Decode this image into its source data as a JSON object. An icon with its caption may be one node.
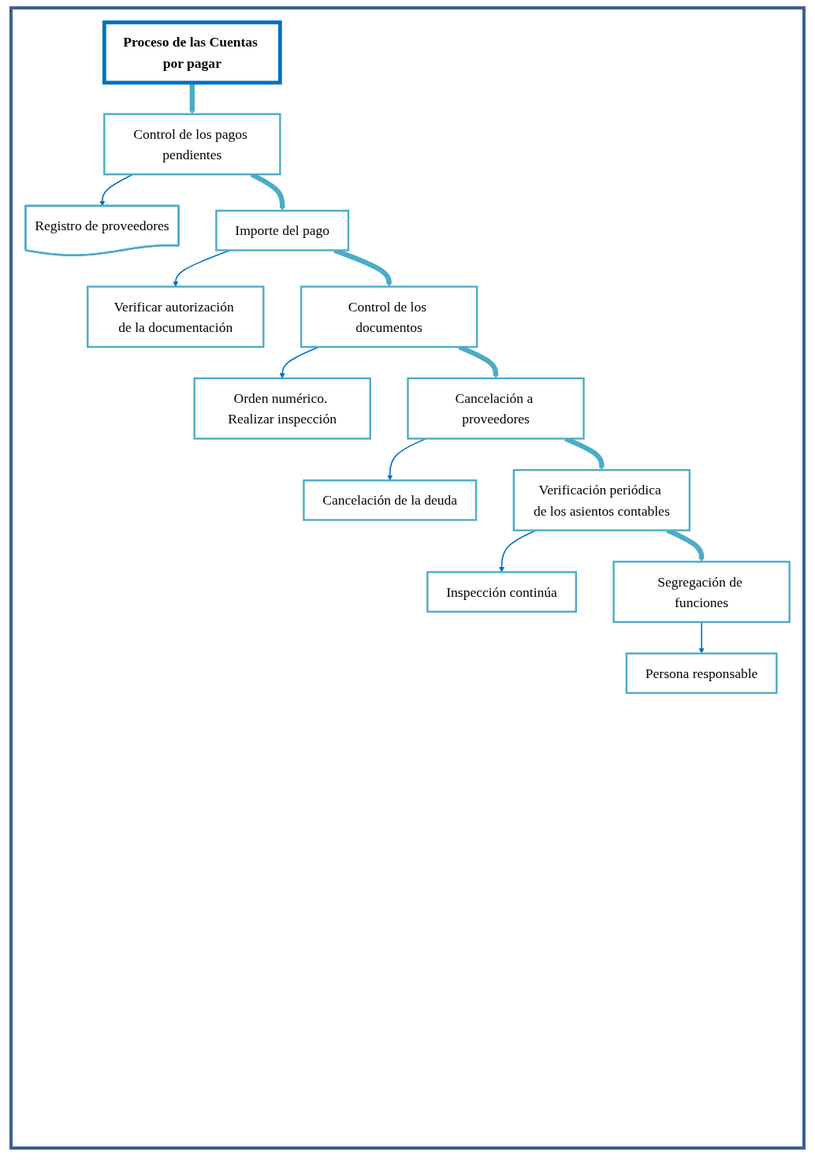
{
  "diagram": {
    "nodes": [
      {
        "text": [
          "Proceso de las Cuentas por pagar"
        ]
      },
      {
        "text": [
          "Control de los pagos pendientes"
        ]
      },
      {
        "text": [
          "Registro de proveedores"
        ]
      },
      {
        "text": [
          "Importe del pago"
        ]
      },
      {
        "text": [
          "Verificar autorización de la documentación"
        ]
      },
      {
        "text": [
          "Control de los documentos"
        ]
      },
      {
        "text": [
          "Orden numérico. Realizar inspección"
        ]
      },
      {
        "text": [
          "Cancelación a proveedores"
        ]
      },
      {
        "text": [
          "Cancelación de la deuda"
        ]
      },
      {
        "text": [
          "Verificación periódica de los asientos contables"
        ]
      },
      {
        "text": [
          "Inspección continúa"
        ]
      },
      {
        "text": [
          "Segregación de funciones"
        ]
      },
      {
        "text": [
          "Persona responsable"
        ]
      }
    ],
    "edges": [
      {
        "from": 0,
        "to": 1,
        "arrow": "to",
        "style": "thick",
        "color": "#4bacc6"
      },
      {
        "from": 1,
        "to": 2,
        "arrow": "to"
      },
      {
        "from": 1,
        "to": 3,
        "arrow": "to",
        "style": "thick",
        "color": "#4bacc6"
      },
      {
        "from": 3,
        "to": 4,
        "arrow": "to"
      },
      {
        "from": 3,
        "to": 5,
        "arrow": "to",
        "style": "thick",
        "color": "#4bacc6"
      },
      {
        "from": 5,
        "to": 6,
        "arrow": "to"
      },
      {
        "from": 5,
        "to": 7,
        "arrow": "to",
        "style": "thick",
        "color": "#4bacc6"
      },
      {
        "from": 7,
        "to": 8,
        "arrow": "to"
      },
      {
        "from": 7,
        "to": 9,
        "arrow": "to",
        "style": "thick",
        "color": "#4bacc6"
      },
      {
        "from": 9,
        "to": 10,
        "arrow": "to"
      },
      {
        "from": 9,
        "to": 11,
        "arrow": "to",
        "style": "thick",
        "color": "#4bacc6"
      },
      {
        "from": 11,
        "to": 12,
        "arrow": "to"
      }
    ]
  }
}
